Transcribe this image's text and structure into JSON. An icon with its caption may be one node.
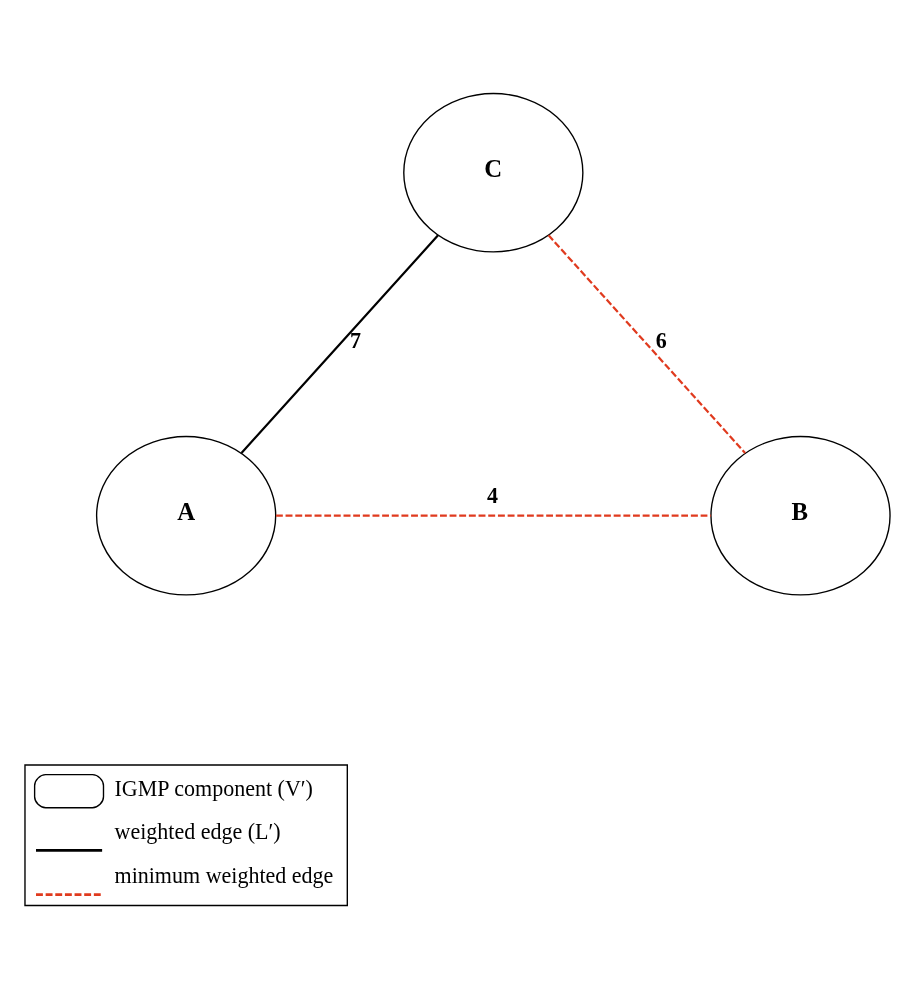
{
  "diagram": {
    "nodes": [
      {
        "text": [
          "C"
        ]
      },
      {
        "text": [
          "A"
        ]
      },
      {
        "text": [
          "B"
        ]
      }
    ],
    "edges": [
      {
        "from": 0,
        "to": 1,
        "arrow": "none",
        "label": "7",
        "color": "#000000"
      },
      {
        "from": 0,
        "to": 2,
        "arrow": "none",
        "label": "6",
        "style": "dashed",
        "color": "#e03a1e"
      },
      {
        "from": 1,
        "to": 2,
        "arrow": "none",
        "label": "4",
        "style": "dashed",
        "color": "#e03a1e"
      }
    ],
    "legend": [
      {
        "text": "IGMP component (V′)"
      },
      {
        "text": "weighted edge (L′)"
      },
      {
        "text": "minimum weighted edge"
      }
    ]
  }
}
